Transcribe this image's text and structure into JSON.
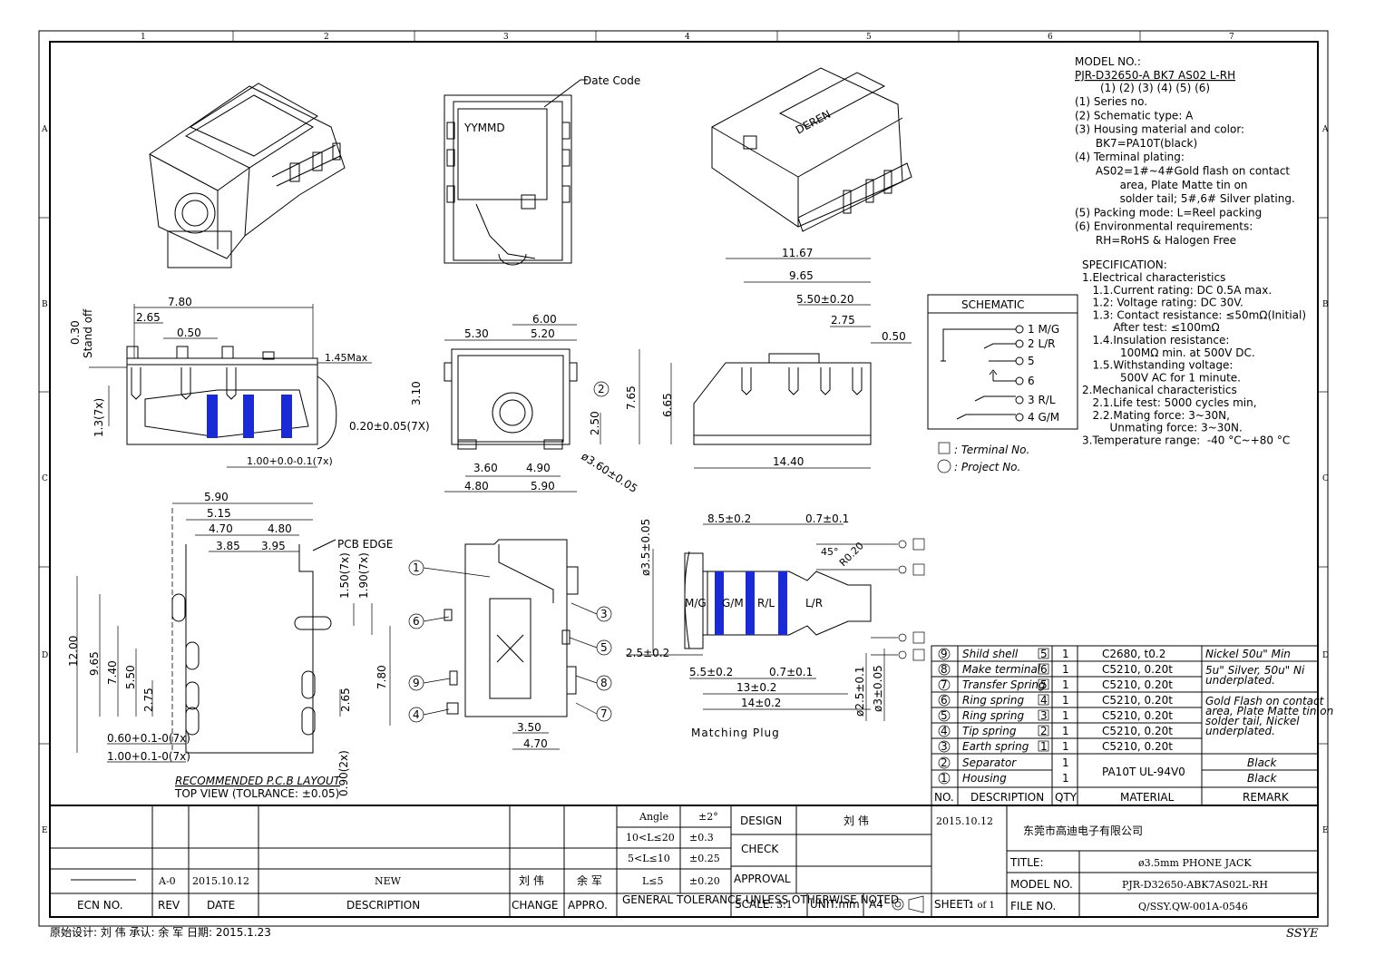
{
  "frame": {
    "col_numbers": [
      "1",
      "2",
      "3",
      "4",
      "5",
      "6",
      "7"
    ],
    "row_letters": [
      "A",
      "B",
      "C",
      "D",
      "E"
    ]
  },
  "model": {
    "heading": "MODEL NO.:",
    "number": "PJR-D32650-A BK7 AS02 L-RH",
    "index_line": "(1)      (2) (3)    (4) (5) (6)",
    "items": [
      "(1) Series no.",
      "(2) Schematic type: A",
      "(3) Housing material and color:",
      "      BK7=PA10T(black)",
      "(4) Terminal plating:",
      "      AS02=1#~4#Gold flash on contact",
      "             area, Plate Matte tin on",
      "             solder tail; 5#,6# Silver plating.",
      "(5) Packing mode: L=Reel packing",
      "(6) Environmental requirements:",
      "      RH=RoHS & Halogen Free"
    ]
  },
  "spec": {
    "heading": "SPECIFICATION:",
    "lines": [
      "1.Electrical characteristics",
      "   1.1.Current rating: DC 0.5A max.",
      "   1.2: Voltage rating: DC 30V.",
      "   1.3: Contact resistance: ≤50mΩ(Initial)",
      "         After test: ≤100mΩ",
      "   1.4.Insulation resistance:",
      "           100MΩ min. at 500V DC.",
      "   1.5.Withstanding voltage:",
      "           500V AC for 1 minute.",
      "2.Mechanical characteristics",
      "   2.1.Life test: 5000 cycles min,",
      "   2.2.Mating force: 3~30N,",
      "        Unmating force: 3~30N.",
      "3.Temperature range:  -40 °C~+80 °C"
    ]
  },
  "schematic": {
    "title": "SCHEMATIC",
    "pins": [
      "1 M/G",
      "2 L/R",
      "5",
      "6",
      "3 R/L",
      "4 G/M"
    ],
    "legend_terminal": ": Terminal No.",
    "legend_project": ": Project No."
  },
  "views": {
    "date_code": "Date Code",
    "date_code_text": "YYMMD",
    "brand": "DEREN",
    "matching_plug": "Matching Plug",
    "pcb_edge": "PCB EDGE",
    "recommended": "RECOMMENDED P.C.B LAYOUT",
    "top_view": "TOP VIEW (TOLRANCE: ±0.05)"
  },
  "dims": {
    "side": [
      "7.80",
      "2.65",
      "0.50",
      "0.30",
      "Stand off",
      "1.45Max",
      "1.3(7x)",
      "0.20±0.05(7X)",
      "1.00+0.0-0.1(7x)"
    ],
    "front": [
      "6.00",
      "5.30",
      "5.20",
      "3.10",
      "7.65",
      "2.50",
      "3.60",
      "4.90",
      "4.80",
      "5.90",
      "ø3.60±0.05"
    ],
    "right": [
      "11.67",
      "9.65",
      "5.50±0.20",
      "2.75",
      "0.50",
      "6.65",
      "14.40"
    ],
    "pcb": [
      "5.90",
      "5.15",
      "4.70",
      "4.80",
      "3.85",
      "3.95",
      "1.50(7x)",
      "1.90(7x)",
      "12.00",
      "9.65",
      "7.40",
      "5.50",
      "2.75",
      "7.80",
      "2.65",
      "0.60+0.1-0(7x)",
      "1.00+0.1-0(7x)",
      "0.90(2x)"
    ],
    "bottom": [
      "3.50",
      "4.70"
    ],
    "plug": [
      "8.5±0.2",
      "0.7±0.1",
      "ø3.5±0.05",
      "45°",
      "R0.20",
      "2.5±0.2",
      "5.5±0.2",
      "0.7±0.1",
      "13±0.2",
      "14±0.2",
      "ø2.5±0.1",
      "ø3±0.05"
    ],
    "plug_bands": [
      "M/G",
      "G/M",
      "R/L",
      "L/R"
    ]
  },
  "bom": {
    "header": [
      "NO.",
      "DESCRIPTION",
      "QTY",
      "MATERIAL",
      "REMARK"
    ],
    "rows": [
      {
        "no": "9",
        "desc": "Shild shell",
        "term": "5",
        "qty": "1",
        "mat": "C2680, t0.2",
        "rem": "Nickel 50u\" Min"
      },
      {
        "no": "8",
        "desc": "Make terminal",
        "term": "6",
        "qty": "1",
        "mat": "C5210, 0.20t",
        "rem": "5u\" Silver, 50u\" Ni underplated."
      },
      {
        "no": "7",
        "desc": "Transfer Spring",
        "term": "5",
        "qty": "1",
        "mat": "C5210, 0.20t",
        "rem": ""
      },
      {
        "no": "6",
        "desc": "Ring spring",
        "term": "4",
        "qty": "1",
        "mat": "C5210, 0.20t",
        "rem": "Gold Flash on contact area, Plate Matte tin on solder tail, Nickel underplated."
      },
      {
        "no": "5",
        "desc": "Ring spring",
        "term": "3",
        "qty": "1",
        "mat": "C5210, 0.20t",
        "rem": ""
      },
      {
        "no": "4",
        "desc": "Tip spring",
        "term": "2",
        "qty": "1",
        "mat": "C5210, 0.20t",
        "rem": ""
      },
      {
        "no": "3",
        "desc": "Earth spring",
        "term": "1",
        "qty": "1",
        "mat": "C5210, 0.20t",
        "rem": ""
      },
      {
        "no": "2",
        "desc": "Separator",
        "term": "",
        "qty": "1",
        "mat": "PA10T UL-94V0",
        "rem": "Black"
      },
      {
        "no": "1",
        "desc": "Housing",
        "term": "",
        "qty": "1",
        "mat": "",
        "rem": "Black"
      }
    ]
  },
  "title_block": {
    "rev_row": {
      "rev": "A-0",
      "date": "2015.10.12",
      "desc": "NEW",
      "change": "刘 伟",
      "appro": "余 军"
    },
    "headers": {
      "ecn": "ECN NO.",
      "rev": "REV",
      "date": "DATE",
      "desc": "DESCRIPTION",
      "change": "CHANGE",
      "appro": "APPRO."
    },
    "tolerance": [
      {
        "label": "Angle",
        "value": "±2°"
      },
      {
        "label": "10<L≤20",
        "value": "±0.3"
      },
      {
        "label": "5<L≤10",
        "value": "±0.25"
      },
      {
        "label": "L≤5",
        "value": "±0.20"
      }
    ],
    "gen_tol": "GENERAL TOLERANCE UNLESS OTHERWISE NOTED",
    "design": "DESIGN",
    "designer": "刘 伟",
    "check": "CHECK",
    "approval": "APPROVAL",
    "design_date": "2015.10.12",
    "company": "东莞市高迪电子有限公司",
    "title_label": "TITLE:",
    "title_value": "ø3.5mm PHONE JACK",
    "model_label": "MODEL NO.",
    "model_value": "PJR-D32650-ABK7AS02L-RH",
    "file_label": "FILE NO.",
    "file_value": "Q/SSY.QW-001A-0546",
    "scale_label": "SCALE:",
    "scale_value": "3:1",
    "unit": "UNIT:mm",
    "paper": "A4",
    "sheet_label": "SHEET:",
    "sheet_value": "1 of 1"
  },
  "footer": {
    "text": "原始设计: 刘 伟    承认: 余 军    日期: 2015.1.23",
    "brand": "SSYE"
  }
}
